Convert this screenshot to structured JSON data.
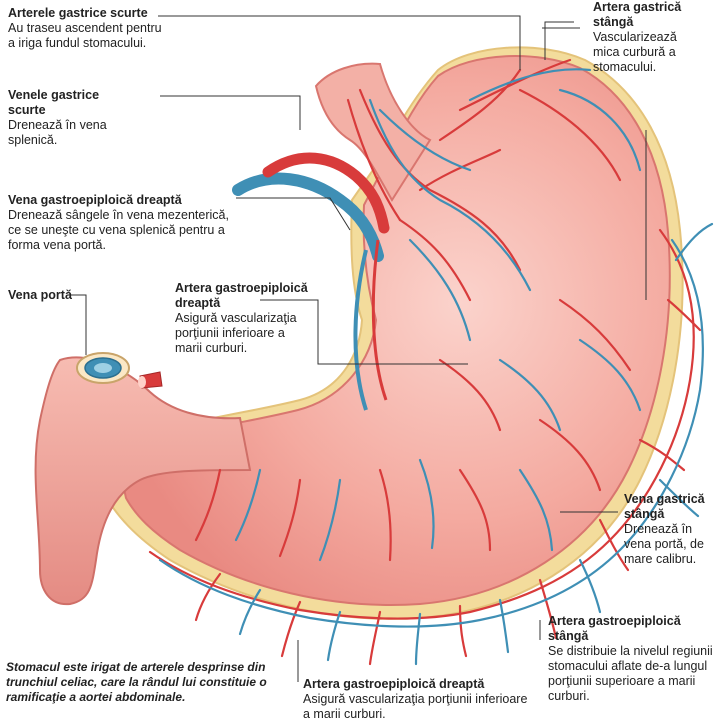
{
  "labels": {
    "short_gastric_arteries": {
      "title": "Arterele gastrice scurte",
      "desc": "Au traseu ascendent pentru a iriga fundul stomacului."
    },
    "short_gastric_veins": {
      "title": "Venele gastrice scurte",
      "desc": "Drenează în vena splenică."
    },
    "right_gastroepiploic_vein": {
      "title": "Vena gastroepiploică dreaptă",
      "desc": "Drenează sângele în vena mezenterică, ce se uneşte cu vena splenică pentru a forma vena portă."
    },
    "portal_vein": {
      "title": "Vena portă"
    },
    "right_gastroepiploic_artery_upper": {
      "title": "Artera gastroepiploică dreaptă",
      "desc": "Asigură vascularizaţia porţiunii inferioare a marii curburi."
    },
    "left_gastric_artery": {
      "title": "Artera gastrică stângă",
      "desc": "Vascularizează mica curbură a stomacului."
    },
    "left_gastric_vein": {
      "title": "Vena gastrică stângă",
      "desc": "Drenează în vena portă, de mare calibru."
    },
    "left_gastroepiploic_artery": {
      "title": "Artera gastroepiploică stângă",
      "desc": "Se distribuie la nivelul regiunii stomacului aflate de-a lungul porţiunii superioare a marii curburi."
    },
    "right_gastroepiploic_artery_lower": {
      "title": "Artera gastroepiploică dreaptă",
      "desc": "Asigură vascularizaţia porţiunii inferioare a marii curburi."
    }
  },
  "caption": "Stomacul este irigat de arterele desprinse din trunchiul celiac, care la rândul lui constituie o ramificaţie a aortei abdominale.",
  "colors": {
    "stomach": "#f4a9a0",
    "artery": "#d83b3b",
    "vein": "#3f8fb5",
    "fat": "#f3dc9c"
  }
}
